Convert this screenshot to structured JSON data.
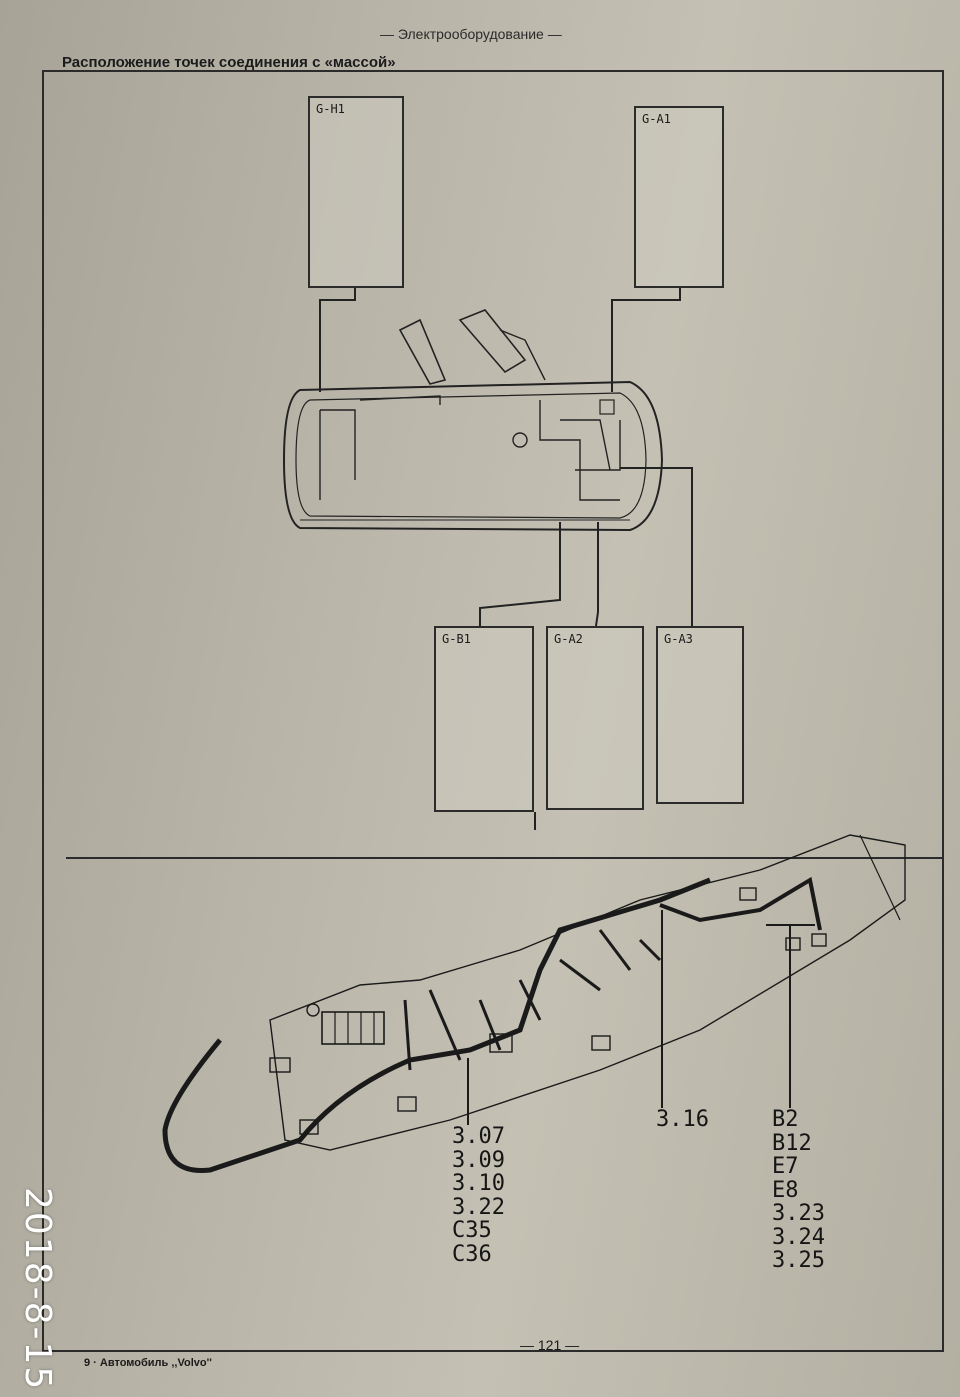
{
  "page": {
    "running_header": "— Электрооборудование —",
    "section_title": "Расположение точек соединения с «массой»",
    "page_number": "— 121 —",
    "footer_note": "9 · Автомобиль ,,Volvo''"
  },
  "ground_points": [
    {
      "id": "G-H1"
    },
    {
      "id": "G-A1"
    },
    {
      "id": "G-B1"
    },
    {
      "id": "G-A2"
    },
    {
      "id": "G-A3"
    }
  ],
  "dashboard_refs": {
    "left_group": [
      "3.07",
      "3.09",
      "3.10",
      "3.22",
      "C35",
      "C36"
    ],
    "middle_group": [
      "3.16"
    ],
    "right_group": [
      "B2",
      "B12",
      "E7",
      "E8",
      "3.23",
      "3.24",
      "3.25"
    ]
  },
  "photo_overlay": {
    "date_stamp": "2018-8-15"
  }
}
